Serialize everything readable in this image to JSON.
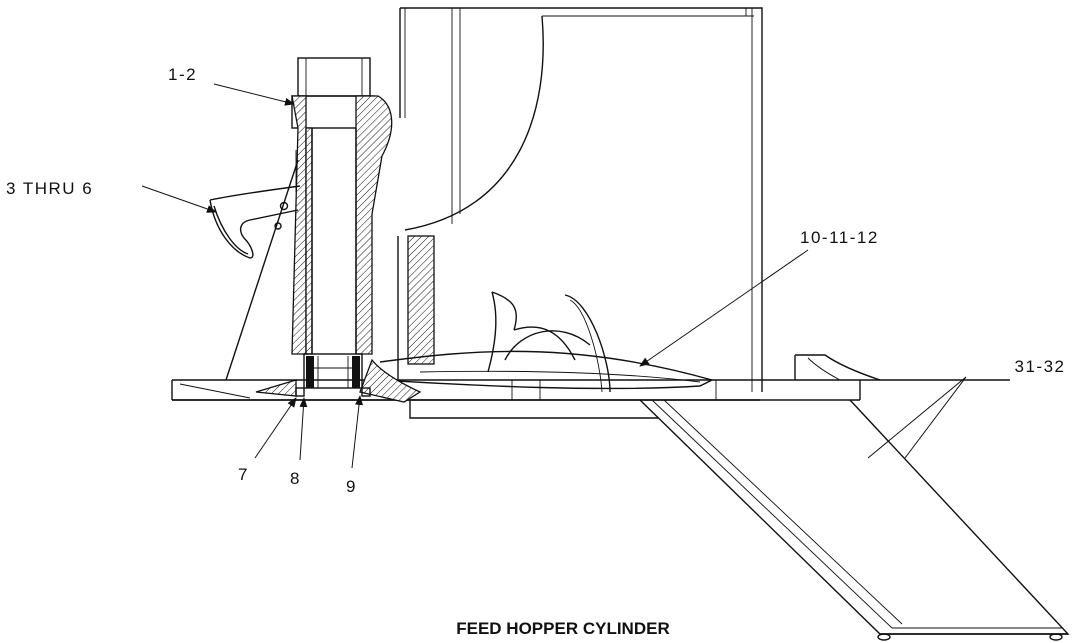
{
  "title": "FEED HOPPER CYLINDER",
  "callouts": [
    {
      "id": "c1",
      "text": "1-2"
    },
    {
      "id": "c2",
      "text": "3 THRU 6"
    },
    {
      "id": "c3",
      "text": "10-11-12"
    },
    {
      "id": "c4",
      "text": "31-32"
    },
    {
      "id": "c5",
      "text": "7"
    },
    {
      "id": "c6",
      "text": "8"
    },
    {
      "id": "c7",
      "text": "9"
    }
  ],
  "colors": {
    "ink": "#111111",
    "paper": "#ffffff"
  }
}
